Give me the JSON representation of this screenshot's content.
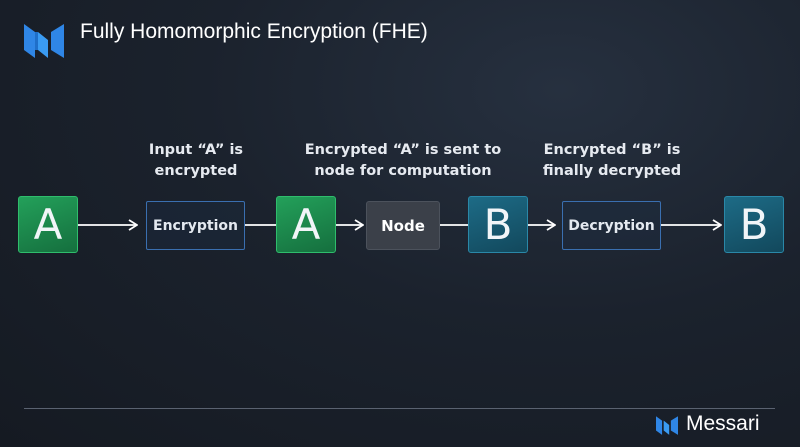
{
  "header": {
    "title": "Fully Homomorphic Encryption (FHE)",
    "logo_icon": "messari-logo-icon"
  },
  "diagram": {
    "captions": [
      {
        "line1": "Input “A” is",
        "line2": "encrypted"
      },
      {
        "line1": "Encrypted “A” is sent to",
        "line2": "node for computation"
      },
      {
        "line1": "Encrypted “B” is",
        "line2": "finally decrypted"
      }
    ],
    "nodes": {
      "input_a": "A",
      "encryption": "Encryption",
      "encrypted_a": "A",
      "node": "Node",
      "encrypted_b": "B",
      "decryption": "Decryption",
      "output_b": "B"
    },
    "colors": {
      "green": "#1f8f4f",
      "teal": "#1a5f78",
      "step_border": "#3a6fb0",
      "node_fill": "#3b4049",
      "arrow": "#ffffff"
    }
  },
  "footer": {
    "brand": "Messari",
    "brand_icon": "messari-logo-icon"
  }
}
